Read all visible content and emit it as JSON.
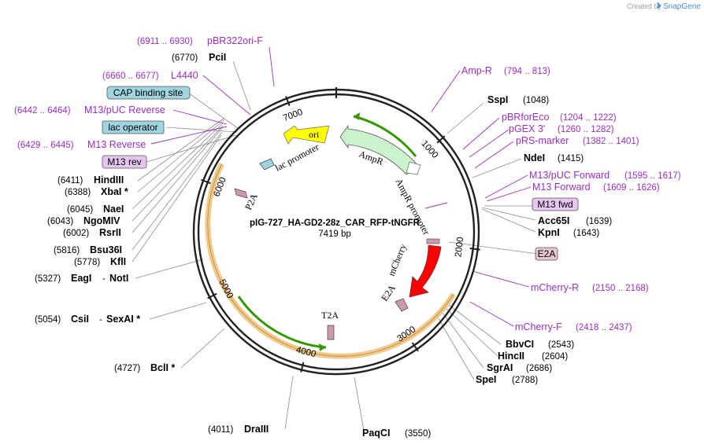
{
  "header": {
    "created_by": "Created by",
    "brand": "SnapGene"
  },
  "plasmid": {
    "name": "pIG-727_HA-GD2-28z_CAR_RFP-tNGFR",
    "size": "7419 bp"
  },
  "ticks": [
    "1000",
    "2000",
    "3000",
    "4000",
    "5000",
    "6000",
    "7000"
  ],
  "features": {
    "ori": "ori",
    "lac_promoter": "lac promoter",
    "ampr": "AmpR",
    "ampr_promoter": "AmpR promoter",
    "mcherry": "mCherry",
    "e2a_inner": "E2A",
    "p2a": "P2A",
    "t2a": "T2A"
  },
  "boxed": {
    "cap": "CAP binding site",
    "lac_operator": "lac operator",
    "m13_rev": "M13 rev",
    "m13_fwd": "M13 fwd",
    "e2a": "E2A"
  },
  "enzymes": {
    "pcii": {
      "pos": "(6770)",
      "name": "PciI"
    },
    "sspi": {
      "name": "SspI",
      "pos": "(1048)"
    },
    "ndei": {
      "name": "NdeI",
      "pos": "(1415)"
    },
    "hindiii": {
      "pos": "(6411)",
      "name": "HindIII"
    },
    "xbai": {
      "pos": "(6388)",
      "name": "XbaI *"
    },
    "naei": {
      "pos": "(6045)",
      "name": "NaeI"
    },
    "ngomiv": {
      "pos": "(6043)",
      "name": "NgoMIV"
    },
    "rsrii": {
      "pos": "(6002)",
      "name": "RsrII"
    },
    "bsu36i": {
      "pos": "(5816)",
      "name": "Bsu36I"
    },
    "kfli": {
      "pos": "(5778)",
      "name": "KflI"
    },
    "eagi": {
      "pos": "(5327)",
      "name": "EagI",
      "sep": "-",
      "name2": "NotI"
    },
    "csii": {
      "pos": "(5054)",
      "name": "CsiI",
      "sep": "-",
      "name2": "SexAI *"
    },
    "bcli": {
      "pos": "(4727)",
      "name": "BclI *"
    },
    "draiii": {
      "pos": "(4011)",
      "name": "DraIII"
    },
    "paqci": {
      "name": "PaqCI",
      "pos": "(3550)"
    },
    "acc65i": {
      "name": "Acc65I",
      "pos": "(1639)"
    },
    "kpni": {
      "name": "KpnI",
      "pos": "(1643)"
    },
    "bbvci": {
      "name": "BbvCI",
      "pos": "(2543)"
    },
    "hincii": {
      "name": "HincII",
      "pos": "(2604)"
    },
    "sgrai": {
      "name": "SgrAI",
      "pos": "(2686)"
    },
    "spei": {
      "name": "SpeI",
      "pos": "(2788)"
    }
  },
  "primers": {
    "pbr322ori": {
      "pos": "(6911 .. 6930)",
      "name": "pBR322ori-F"
    },
    "l4440": {
      "pos": "(6660 .. 6677)",
      "name": "L4440"
    },
    "m13puc_rev": {
      "pos": "(6442 .. 6464)",
      "name": "M13/pUC Reverse"
    },
    "m13_reverse": {
      "pos": "(6429 .. 6445)",
      "name": "M13 Reverse"
    },
    "amp_r": {
      "name": "Amp-R",
      "pos": "(794 .. 813)"
    },
    "pbrforeco": {
      "name": "pBRforEco",
      "pos": "(1204 .. 1222)"
    },
    "pgex3": {
      "name": "pGEX 3'",
      "pos": "(1260 .. 1282)"
    },
    "prs_marker": {
      "name": "pRS-marker",
      "pos": "(1382 .. 1401)"
    },
    "m13puc_fwd": {
      "name": "M13/pUC Forward",
      "pos": "(1595 .. 1617)"
    },
    "m13_forward": {
      "name": "M13 Forward",
      "pos": "(1609 .. 1626)"
    },
    "mcherry_r": {
      "name": "mCherry-R",
      "pos": "(2150 .. 2168)"
    },
    "mcherry_f": {
      "name": "mCherry-F",
      "pos": "(2418 .. 2437)"
    }
  },
  "colors": {
    "ori": "#ffff00",
    "ampr": "#ccf2cc",
    "mcherry": "#ff0000",
    "small_feature": "#cc99b2",
    "orange_band": "#f2c98a",
    "green_arrow": "#339900",
    "primer": "#9a2ec4",
    "cap_box": "#9ed5e0",
    "primer_box": "#e6c6f0",
    "e2a_box": "#e6c6cc"
  }
}
